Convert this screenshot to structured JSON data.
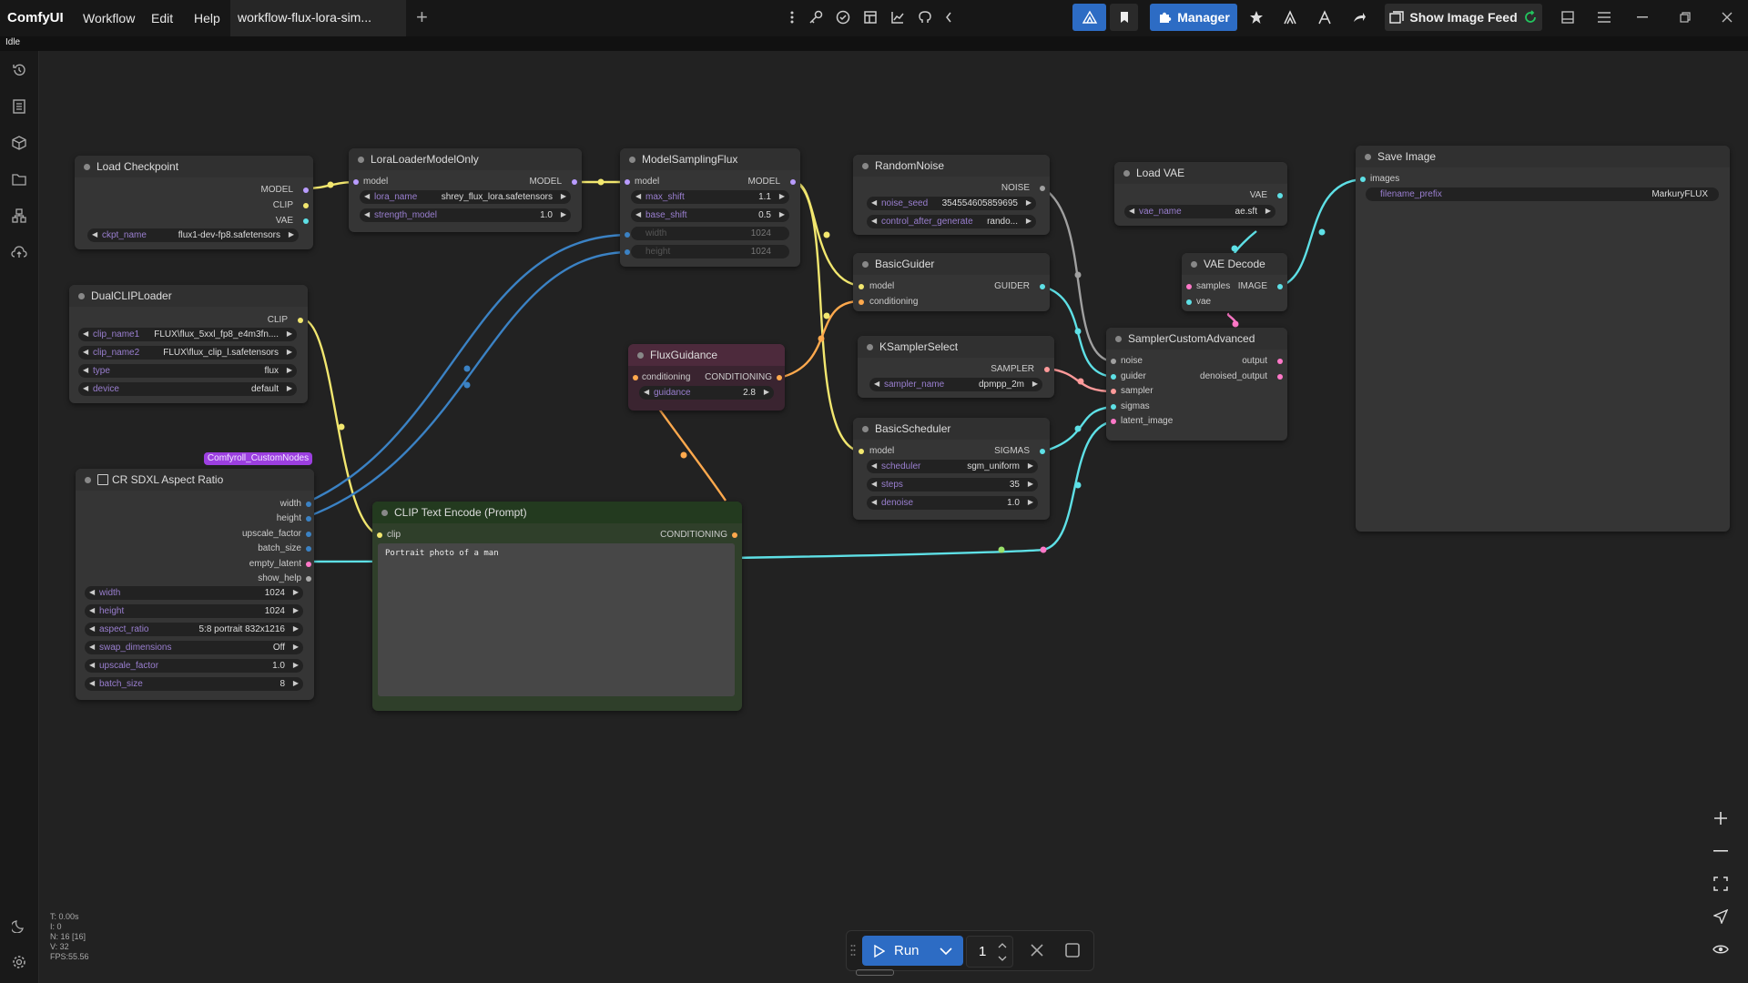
{
  "app": {
    "title": "ComfyUI",
    "status": "Idle"
  },
  "menu": [
    "Workflow",
    "Edit",
    "Help"
  ],
  "tab": {
    "label": "workflow-flux-lora-sim..."
  },
  "header": {
    "manager_label": "Manager",
    "image_feed_label": "Show Image Feed"
  },
  "colors": {
    "accent": "#2d6cc4",
    "canvas": "#222222",
    "clip_wire": "#f2e76f",
    "model_wire": "#b99cff",
    "conditioning_wire": "#ffa94d",
    "latent_wire": "#ff78c8"
  },
  "icons": {
    "toolbar": [
      "more-vertical-icon",
      "key-icon",
      "check-circle-icon",
      "table-icon",
      "chart-icon",
      "github-icon",
      "chevron-left-icon"
    ],
    "sidebar": [
      "history-icon",
      "queue-icon",
      "cube-icon",
      "folder-icon",
      "nodes-icon",
      "cloud-upload-icon",
      "moon-icon",
      "gear-icon"
    ]
  },
  "badge": "Comfyroll_CustomNodes",
  "nodes": {
    "load_checkpoint": {
      "title": "Load Checkpoint",
      "outputs": [
        "MODEL",
        "CLIP",
        "VAE"
      ],
      "widgets": [
        {
          "label": "ckpt_name",
          "value": "flux1-dev-fp8.safetensors"
        }
      ]
    },
    "dual_clip": {
      "title": "DualCLIPLoader",
      "outputs": [
        "CLIP"
      ],
      "widgets": [
        {
          "label": "clip_name1",
          "value": "FLUX\\flux_5xxl_fp8_e4m3fn...."
        },
        {
          "label": "clip_name2",
          "value": "FLUX\\flux_clip_l.safetensors"
        },
        {
          "label": "type",
          "value": "flux"
        },
        {
          "label": "device",
          "value": "default"
        }
      ]
    },
    "cr_sdxl": {
      "title": "CR SDXL Aspect Ratio",
      "outputs": [
        "width",
        "height",
        "upscale_factor",
        "batch_size",
        "empty_latent",
        "show_help"
      ],
      "widgets": [
        {
          "label": "width",
          "value": "1024"
        },
        {
          "label": "height",
          "value": "1024"
        },
        {
          "label": "aspect_ratio",
          "value": "5:8 portrait 832x1216"
        },
        {
          "label": "swap_dimensions",
          "value": "Off"
        },
        {
          "label": "upscale_factor",
          "value": "1.0"
        },
        {
          "label": "batch_size",
          "value": "8"
        }
      ]
    },
    "lora": {
      "title": "LoraLoaderModelOnly",
      "inputs": [
        "model"
      ],
      "outputs": [
        "MODEL"
      ],
      "widgets": [
        {
          "label": "lora_name",
          "value": "shrey_flux_lora.safetensors"
        },
        {
          "label": "strength_model",
          "value": "1.0"
        }
      ]
    },
    "msf": {
      "title": "ModelSamplingFlux",
      "inputs": [
        "model"
      ],
      "outputs": [
        "MODEL"
      ],
      "widgets": [
        {
          "label": "max_shift",
          "value": "1.1"
        },
        {
          "label": "base_shift",
          "value": "0.5"
        },
        {
          "label": "width",
          "value": "1024"
        },
        {
          "label": "height",
          "value": "1024"
        }
      ]
    },
    "flux_guidance": {
      "title": "FluxGuidance",
      "inputs": [
        "conditioning"
      ],
      "outputs": [
        "CONDITIONING"
      ],
      "widgets": [
        {
          "label": "guidance",
          "value": "2.8"
        }
      ]
    },
    "clip_text": {
      "title": "CLIP Text Encode (Prompt)",
      "inputs": [
        "clip"
      ],
      "outputs": [
        "CONDITIONING"
      ],
      "text": "Portrait photo of a man"
    },
    "random_noise": {
      "title": "RandomNoise",
      "outputs": [
        "NOISE"
      ],
      "widgets": [
        {
          "label": "noise_seed",
          "value": "354554605859695"
        },
        {
          "label": "control_after_generate",
          "value": "rando..."
        }
      ]
    },
    "basic_guider": {
      "title": "BasicGuider",
      "inputs": [
        "model",
        "conditioning"
      ],
      "outputs": [
        "GUIDER"
      ]
    },
    "ksampler_select": {
      "title": "KSamplerSelect",
      "outputs": [
        "SAMPLER"
      ],
      "widgets": [
        {
          "label": "sampler_name",
          "value": "dpmpp_2m"
        }
      ]
    },
    "basic_scheduler": {
      "title": "BasicScheduler",
      "inputs": [
        "model"
      ],
      "outputs": [
        "SIGMAS"
      ],
      "widgets": [
        {
          "label": "scheduler",
          "value": "sgm_uniform"
        },
        {
          "label": "steps",
          "value": "35"
        },
        {
          "label": "denoise",
          "value": "1.0"
        }
      ]
    },
    "load_vae": {
      "title": "Load VAE",
      "outputs": [
        "VAE"
      ],
      "widgets": [
        {
          "label": "vae_name",
          "value": "ae.sft"
        }
      ]
    },
    "vae_decode": {
      "title": "VAE Decode",
      "inputs": [
        "samples",
        "vae"
      ],
      "outputs": [
        "IMAGE"
      ]
    },
    "sampler_adv": {
      "title": "SamplerCustomAdvanced",
      "inputs": [
        "noise",
        "guider",
        "sampler",
        "sigmas",
        "latent_image"
      ],
      "outputs": [
        "output",
        "denoised_output"
      ]
    },
    "save_image": {
      "title": "Save Image",
      "inputs": [
        "images"
      ],
      "widgets": [
        {
          "label": "filename_prefix",
          "value": "MarkuryFLUX"
        }
      ]
    }
  },
  "run": {
    "label": "Run",
    "count": "1"
  },
  "stats": [
    "T: 0.00s",
    "I: 0",
    "N: 16 [16]",
    "V: 32",
    "FPS:55.56"
  ]
}
